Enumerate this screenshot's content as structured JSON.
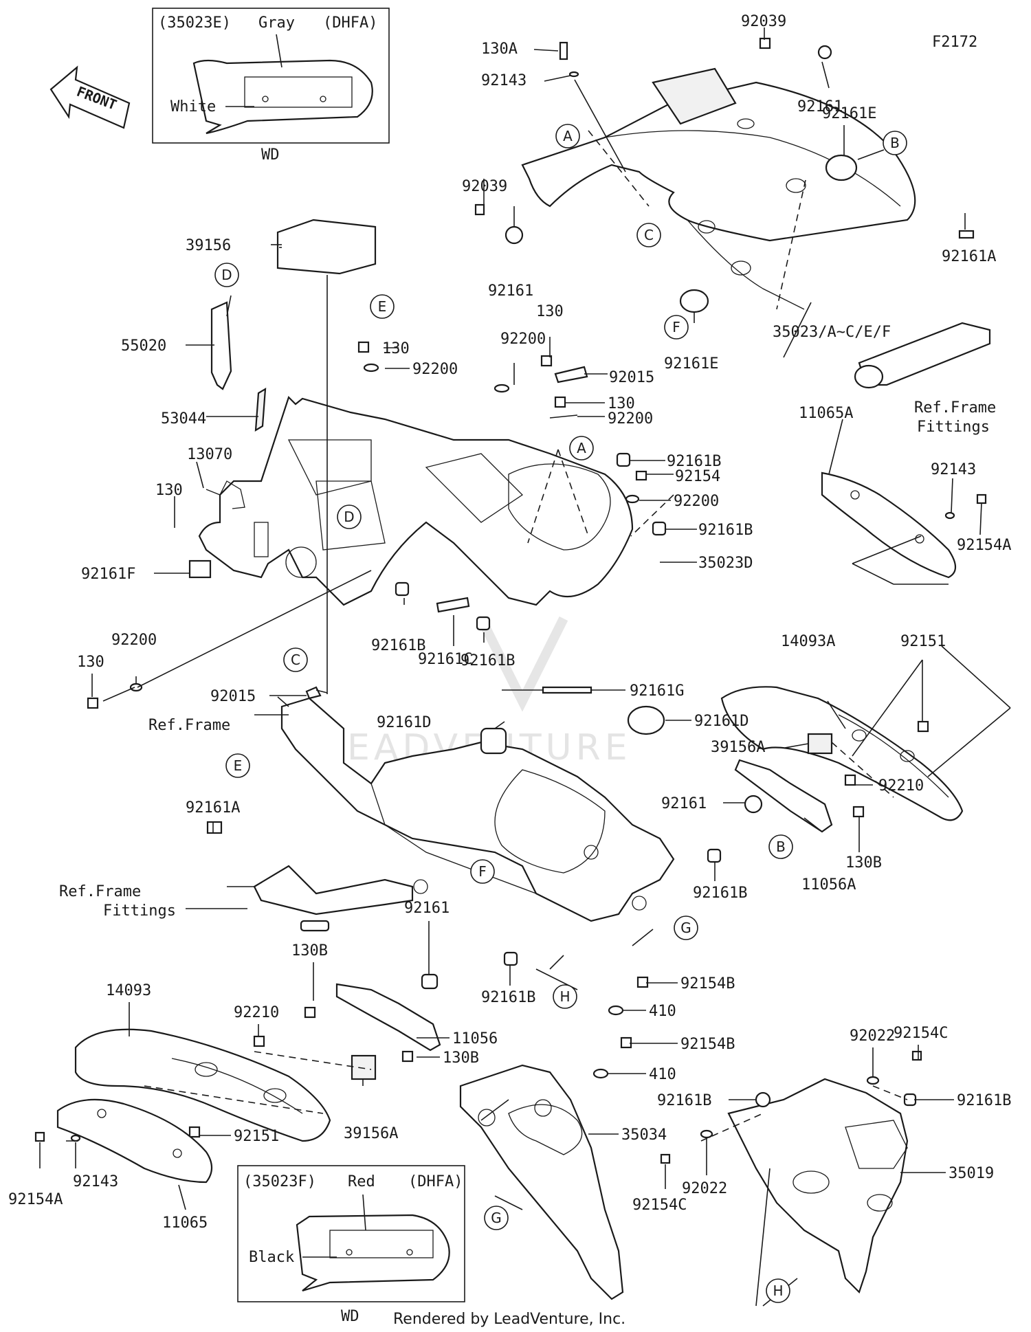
{
  "diagram_id": "F2172",
  "footer": "Rendered by LeadVenture, Inc.",
  "watermark": "LEADVENTURE",
  "front_arrow": "FRONT",
  "inset_top": {
    "code": "(35023E)",
    "color": "Gray",
    "variant": "(DHFA)",
    "label": "White",
    "caption": "WD"
  },
  "inset_bottom": {
    "code": "(35023F)",
    "color": "Red",
    "variant": "(DHFA)",
    "label": "Black",
    "caption": "WD"
  },
  "parts": {
    "p130A": "130A",
    "p92039a": "92039",
    "p92143a": "92143",
    "p92161a": "92161",
    "p92161E1": "92161E",
    "p92039b": "92039",
    "p92161b": "92161",
    "p39156": "39156",
    "p55020": "55020",
    "p92161A1": "92161A",
    "p92161E2": "92161E",
    "p35023": "35023/A~C/E/F",
    "p130b": "130",
    "p92200a": "92200",
    "p92200b": "92200",
    "p130c": "130",
    "p92015a": "92015",
    "p130d": "130",
    "p92200c": "92200",
    "p53044": "53044",
    "p13070": "13070",
    "p130e": "130",
    "p92161B1": "92161B",
    "p92154": "92154",
    "p92200d": "92200",
    "p92161B2": "92161B",
    "p35023D": "35023D",
    "p92161F": "92161F",
    "p11065A": "11065A",
    "p92143b": "92143",
    "p92154A1": "92154A",
    "p92200e": "92200",
    "p130f": "130",
    "p92161B3": "92161B",
    "p92161C": "92161C",
    "p92161B4": "92161B",
    "p92161G": "92161G",
    "p92015b": "92015",
    "p14093A": "14093A",
    "p92151a": "92151",
    "p92161Da": "92161D",
    "p92161Db": "92161D",
    "p39156Aa": "39156A",
    "p92210a": "92210",
    "p92161c": "92161",
    "p92161A2": "92161A",
    "p130Ba": "130B",
    "p11056A": "11056A",
    "p92161B5": "92161B",
    "p92161d": "92161",
    "p130Bb": "130B",
    "p92161B6": "92161B",
    "p14093": "14093",
    "p92210b": "92210",
    "p11056": "11056",
    "p130Bc": "130B",
    "p92154Ba": "92154B",
    "p410a": "410",
    "p92154Bb": "92154B",
    "p410b": "410",
    "p92154C1": "92154C",
    "p92022a": "92022",
    "p92161B7": "92161B",
    "p92161B8": "92161B",
    "p35034": "35034",
    "p35019": "35019",
    "p92151b": "92151",
    "p39156Ab": "39156A",
    "p92143c": "92143",
    "p92154A2": "92154A",
    "p11065": "11065",
    "p92022b": "92022",
    "p92154C2": "92154C",
    "refFrame": "Ref.Frame",
    "refFF1a": "Ref.Frame",
    "refFF1b": "Fittings",
    "refFF2a": "Ref.Frame",
    "refFF2b": "Fittings"
  },
  "callouts": [
    "A",
    "B",
    "C",
    "D",
    "E",
    "F",
    "G",
    "H"
  ]
}
